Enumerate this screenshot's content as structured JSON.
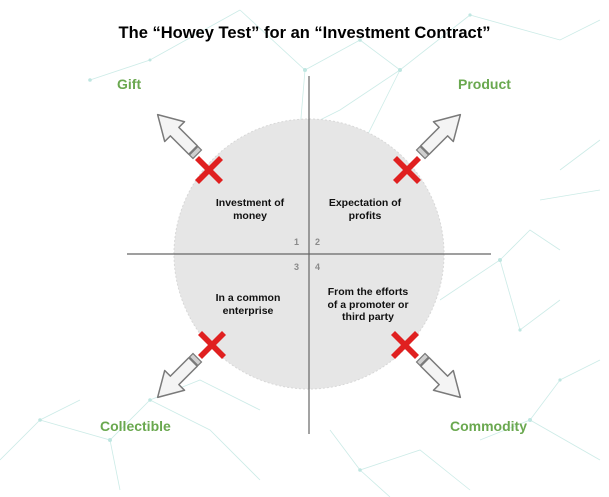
{
  "title": "The “Howey Test” for an “Investment Contract”",
  "colors": {
    "accent_green": "#6aa84f",
    "cross_red": "#e02020",
    "circle_fill": "#e6e6e6",
    "network_line": "#9fd8d2"
  },
  "corners": {
    "top_left": "Gift",
    "top_right": "Product",
    "bottom_left": "Collectible",
    "bottom_right": "Commodity"
  },
  "quadrants": [
    {
      "number": "1",
      "line1": "Investment of",
      "line2": "money",
      "line3": ""
    },
    {
      "number": "2",
      "line1": "Expectation of",
      "line2": "profits",
      "line3": ""
    },
    {
      "number": "3",
      "line1": "In a common",
      "line2": "enterprise",
      "line3": ""
    },
    {
      "number": "4",
      "line1": "From the efforts",
      "line2": "of a promoter or",
      "line3": "third party"
    }
  ],
  "icons": {
    "cross": "x-mark-icon",
    "arrow": "outline-arrow-icon"
  }
}
